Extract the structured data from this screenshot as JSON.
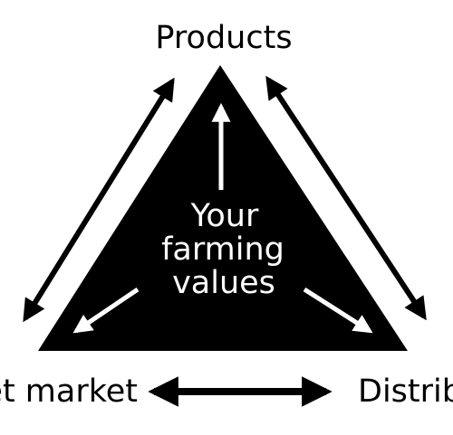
{
  "diagram": {
    "center_label": [
      "Your",
      "farming",
      "values"
    ],
    "top_label": "Products",
    "bottom_left_label": "et market",
    "bottom_right_label": "Distrib",
    "colors": {
      "triangle_fill": "#000000",
      "inner_arrows": "#ffffff",
      "outer_arrows": "#000000",
      "inner_text": "#ffffff",
      "outer_text": "#000000",
      "background": "#ffffff"
    }
  }
}
